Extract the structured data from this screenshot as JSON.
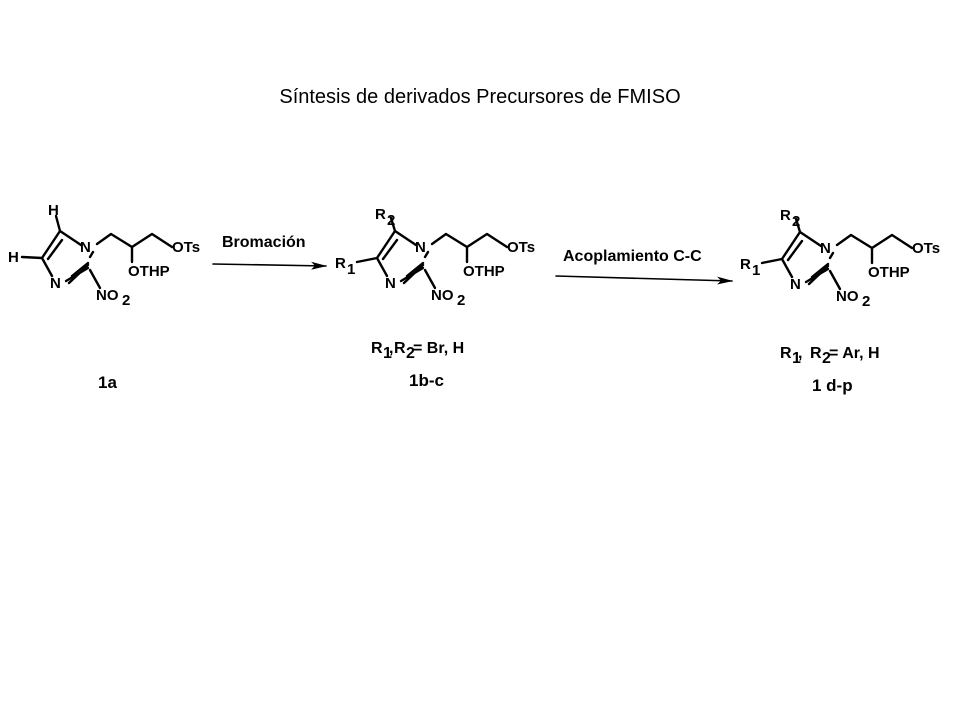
{
  "title": "Síntesis de derivados Precursores de FMISO",
  "atoms": {
    "N": "N",
    "H": "H",
    "NO": "NO",
    "two": "2",
    "one": "1",
    "R": "R",
    "OTs": "OTs",
    "OTHP": "OTHP"
  },
  "arrows": [
    {
      "label": "Bromación"
    },
    {
      "label": "Acoplamiento C-C"
    }
  ],
  "compounds": [
    {
      "id": "1a",
      "substituents": ""
    },
    {
      "id": "1b-c",
      "substituents": "= Br, H",
      "sep": ","
    },
    {
      "id": "1 d-p",
      "substituents": "= Ar, H",
      "sep": ", "
    }
  ]
}
